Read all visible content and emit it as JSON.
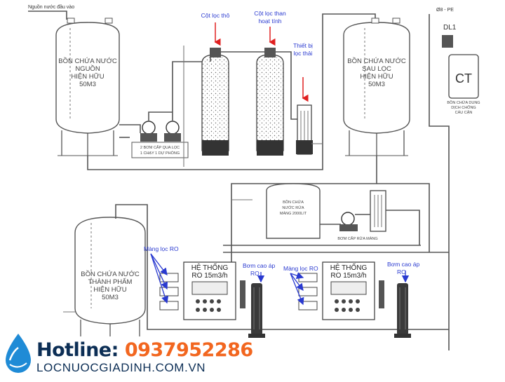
{
  "labels": {
    "source_water": "Nguồn nước đầu vào",
    "filter_col_1": "Cột lọc thô",
    "filter_col_2_line1": "Cột lọc than",
    "filter_col_2_line2": "hoạt tính",
    "waste_filter_line1": "Thiết bị",
    "waste_filter_line2": "lọc thải",
    "ground": "Ø8 - PE",
    "dl1": "DL1",
    "ct": "CT",
    "chem_tank_line1": "BỒN CHỨA DUNG",
    "chem_tank_line2": "DỊCH CHỐNG",
    "chem_tank_line3": "CÁU CẶN",
    "pump_line1": "2 BƠM CẤP QUA LỌC",
    "pump_line2": "1 CHẠY 1 DỰ PHÒNG",
    "wash_tank_line1": "BỒN CHỨA",
    "wash_tank_line2": "NƯỚC RỬA",
    "wash_tank_line3": "MÀNG 2000LIT",
    "wash_pump": "BƠM CẤP RỬA MÀNG",
    "membrane_1": "Màng lọc RO",
    "membrane_2": "Màng lọc RO",
    "hp_pump_1_line1": "Bơm cao áp",
    "hp_pump_1_line2": "RO",
    "hp_pump_2_line1": "Bơm cao áp",
    "hp_pump_2_line2": "RO"
  },
  "tanks": {
    "source_line1": "BỒN CHỨA NƯỚC",
    "source_line2": "NGUỒN",
    "source_line3": "HIỆN HỮU",
    "source_line4": "50M3",
    "after_line1": "BỒN CHỨA NƯỚC",
    "after_line2": "SAU LỌC",
    "after_line3": "HIỆN HỮU",
    "after_line4": "50M3",
    "product_line1": "BỒN CHỨA NƯỚC",
    "product_line2": "THÀNH PHẨM",
    "product_line3": "HIỆN HỮU",
    "product_line4": "50M3"
  },
  "systems": {
    "ro1_line1": "HỆ THỐNG",
    "ro1_line2": "RO 15m3/h",
    "ro2_line1": "HỆ THỐNG",
    "ro2_line2": "RO 15m3/h"
  },
  "footer": {
    "hotline_label": "Hotline:",
    "hotline_number": "0937952286",
    "website": "LOCNUOCGIADINH.COM.VN"
  },
  "colors": {
    "accent": "#f2661f",
    "brand": "#0c2e55",
    "callout": "#2a3ad0",
    "arrow": "#e02020"
  }
}
